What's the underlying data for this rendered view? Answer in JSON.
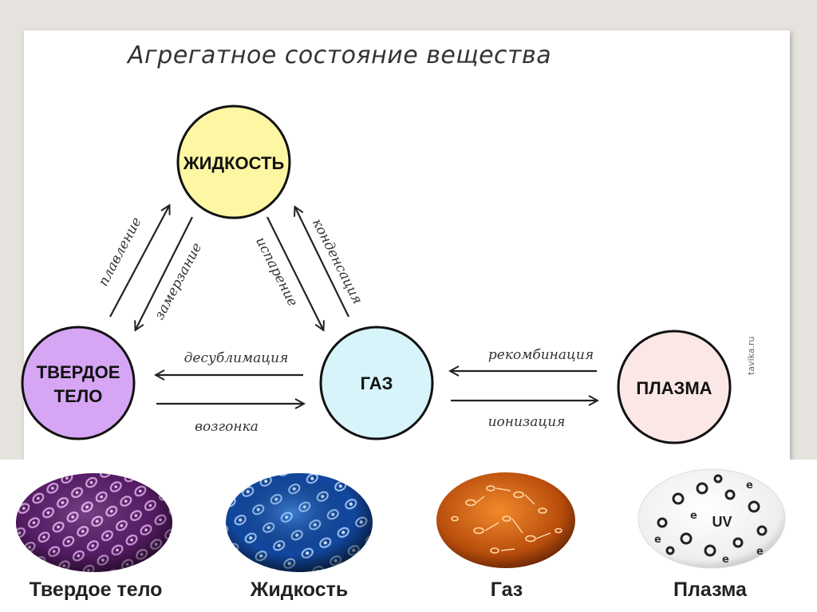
{
  "title": "Агрегатное состояние вещества",
  "states": {
    "liquid": {
      "label": "ЖИДКОСТЬ",
      "color": "#fdf7a3"
    },
    "solid": {
      "label_line1": "ТВЕРДОЕ",
      "label_line2": "ТЕЛО",
      "color": "#d6a6f5"
    },
    "gas": {
      "label": "ГАЗ",
      "color": "#d7f4fb"
    },
    "plasma": {
      "label": "ПЛАЗМА",
      "color": "#fbe8e6"
    }
  },
  "transitions": {
    "melting": "плавление",
    "freezing": "замерзание",
    "evaporation": "испарение",
    "condensation": "конденсация",
    "desublimation": "десублимация",
    "sublimation": "возгонка",
    "recombination": "рекомбинация",
    "ionization": "ионизация"
  },
  "watermark": "tavika.ru",
  "bottom_labels": {
    "solid": "Твердое тело",
    "liquid": "Жидкость",
    "gas": "Газ",
    "plasma": "Плазма"
  },
  "sphere_colors": {
    "solid": "#8a3f8f",
    "liquid": "#1d5fbf",
    "gas": "#c85a12",
    "plasma": "#f2f2f2"
  },
  "plasma_sphere_text": "UV"
}
